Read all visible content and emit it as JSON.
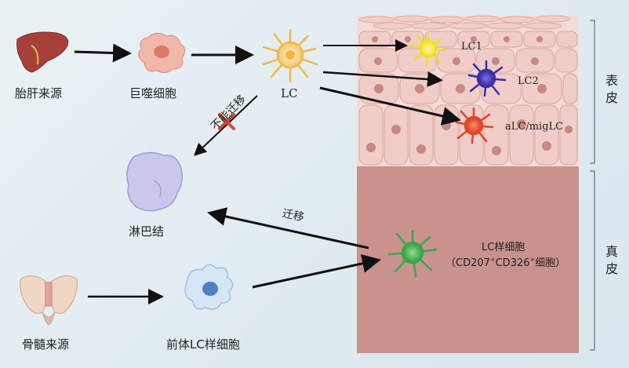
{
  "labels": {
    "fetal_source": "胎肝来源",
    "macrophage": "巨噬细胞",
    "lc": "LC",
    "lymph_node": "淋巴结",
    "no_migration": "不能迁移",
    "migration": "迁移",
    "bone_marrow_source": "骨髓来源",
    "pre_lc": "前体LC样细胞",
    "lc1": "LC1",
    "lc2": "LC2",
    "alc": "aLC/migLC",
    "lc_like": "LC样细胞",
    "lc_like_marker_prefix": "（CD207",
    "lc_like_marker_sup1": "+",
    "lc_like_marker_mid": "CD326",
    "lc_like_marker_sup2": "+",
    "lc_like_marker_suffix": "细胞）"
  },
  "layers": {
    "epidermis": [
      "表",
      "皮"
    ],
    "dermis": [
      "真",
      "皮"
    ]
  },
  "colors": {
    "epidermis_cell": "#f0cdc8",
    "dermis": "#c9928d",
    "lc1": "#f3e01c",
    "lc2": "#3a2fa8",
    "alc": "#e04525",
    "lc_like": "#3aa64a",
    "arrow": "#111111",
    "cross": "#d9463c"
  }
}
